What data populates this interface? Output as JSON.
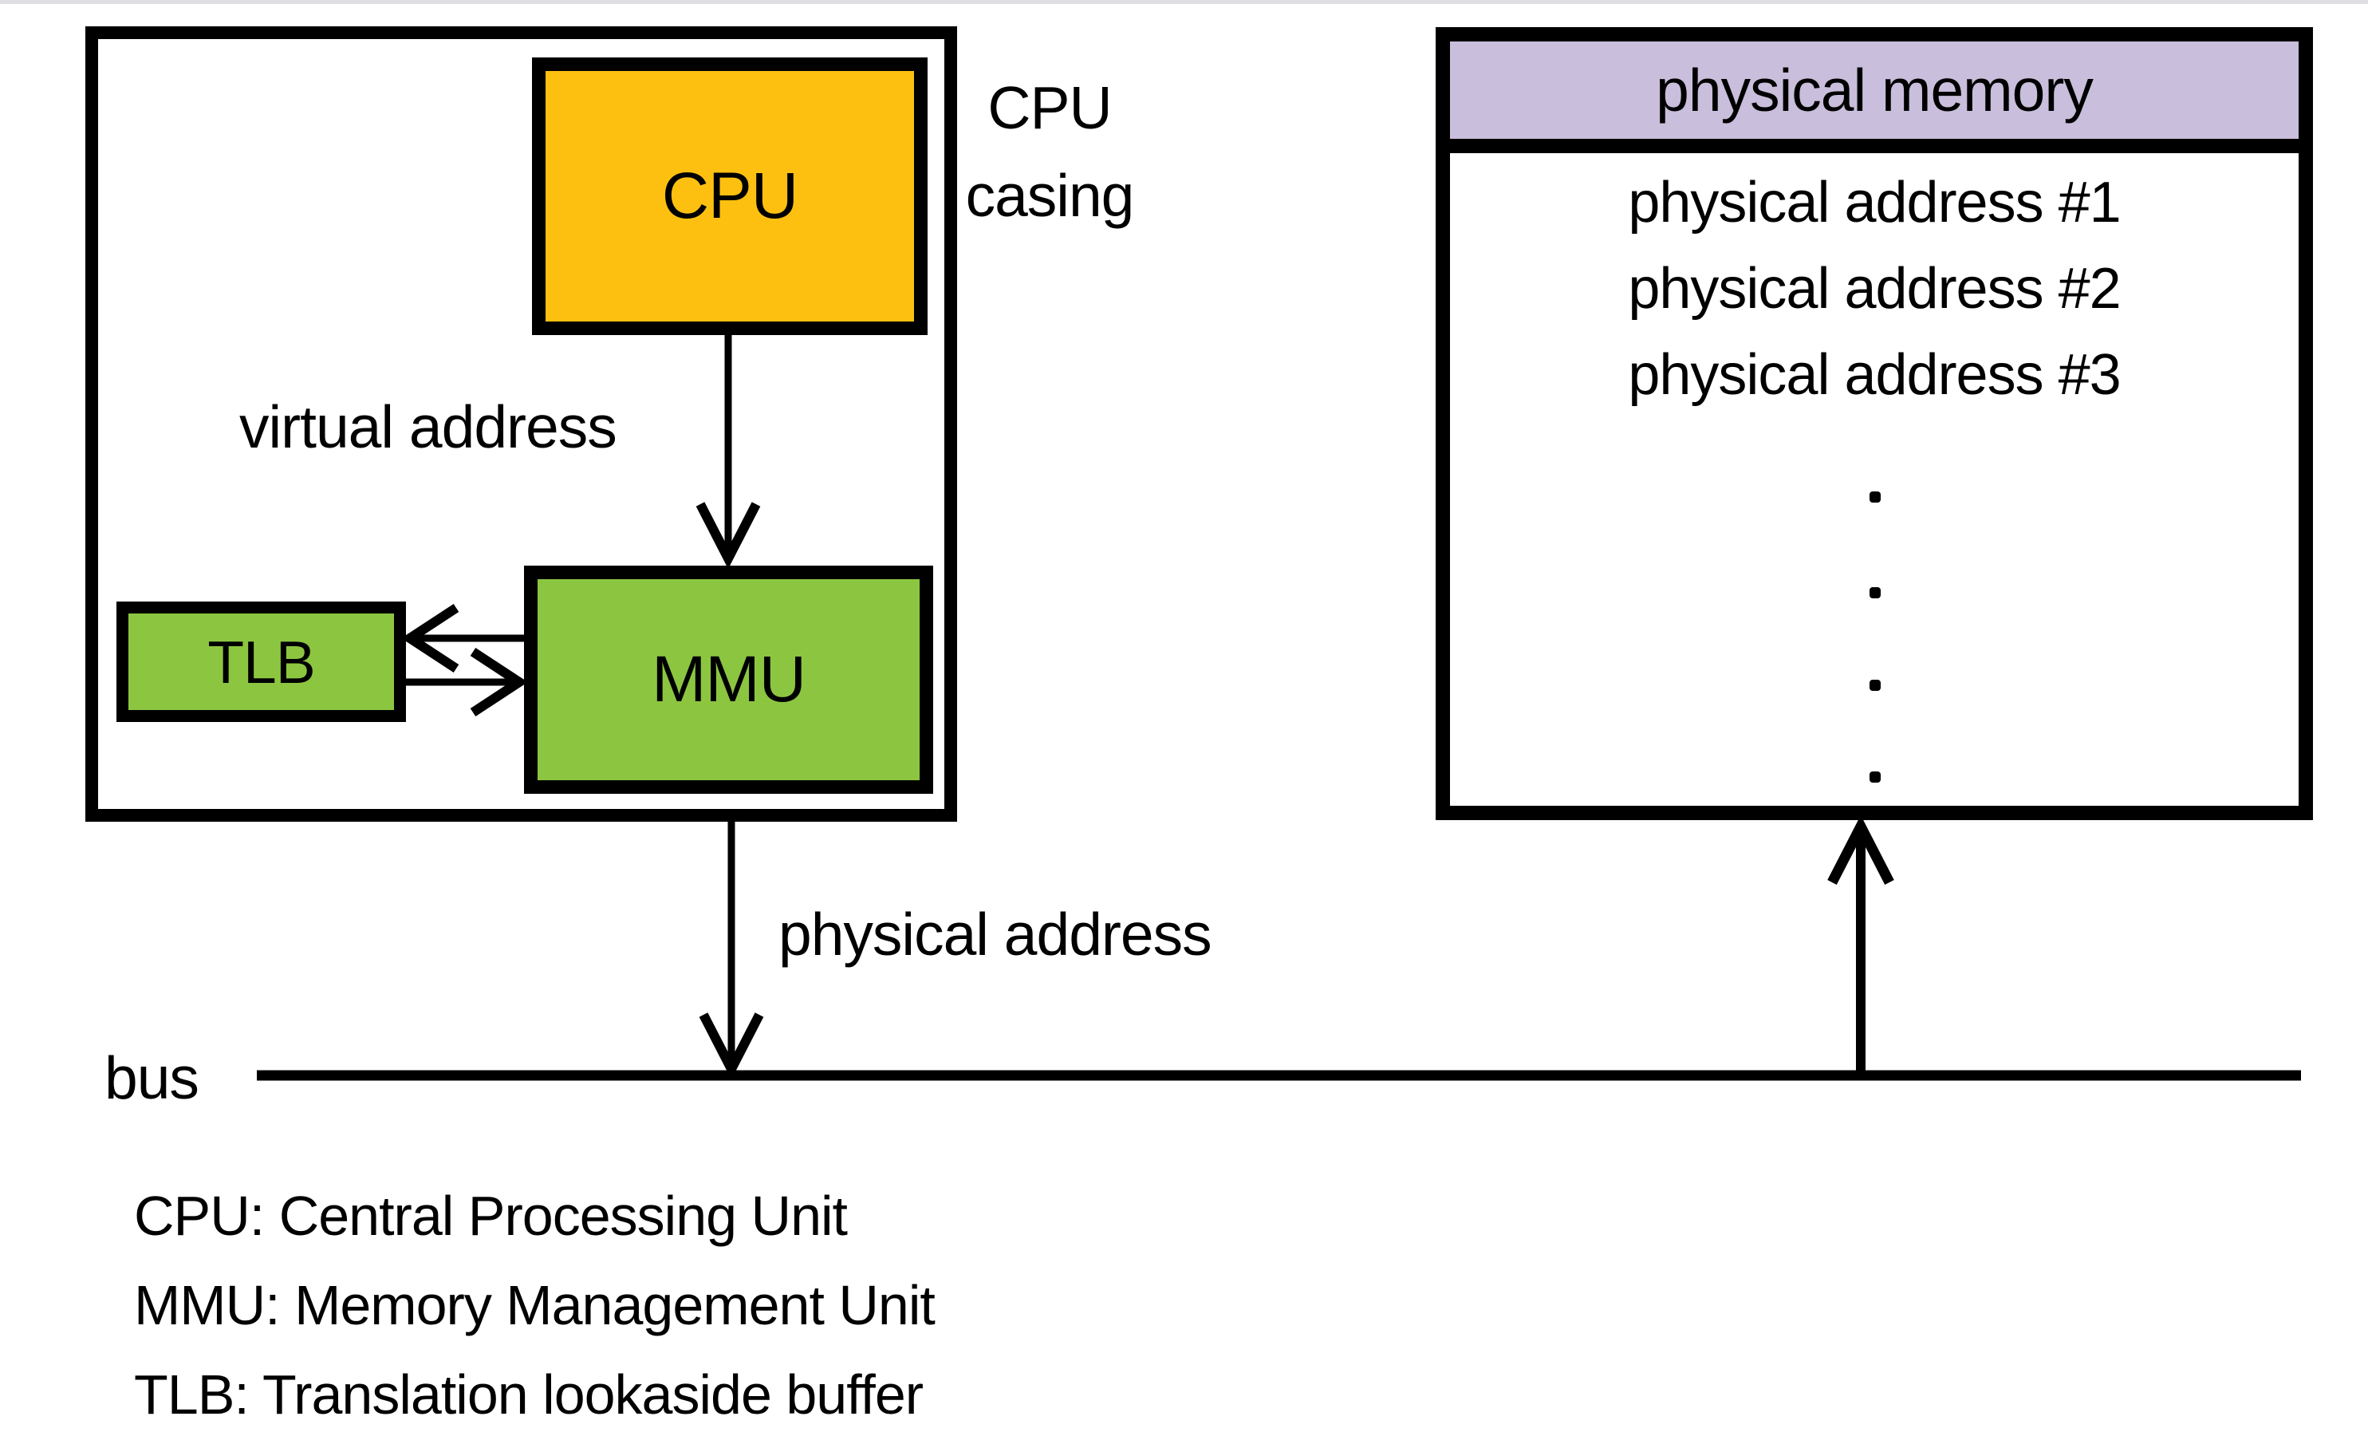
{
  "diagram": {
    "casing_label": "CPU\ncasing",
    "cpu_label": "CPU",
    "mmu_label": "MMU",
    "tlb_label": "TLB",
    "virtual_address_label": "virtual address",
    "physical_address_label": "physical address",
    "bus_label": "bus",
    "memory": {
      "title": "physical memory",
      "rows": [
        "physical address #1",
        "physical address #2",
        "physical address #3"
      ],
      "ellipsis_dots": 4
    },
    "legend": [
      "CPU: Central Processing Unit",
      "MMU: Memory Management Unit",
      "TLB: Translation lookaside buffer"
    ],
    "colors": {
      "cpu_fill": "#fdc010",
      "mmu_tlb_fill": "#8cc641",
      "memory_header_fill": "#c9bedb",
      "line_color": "#000000"
    }
  }
}
